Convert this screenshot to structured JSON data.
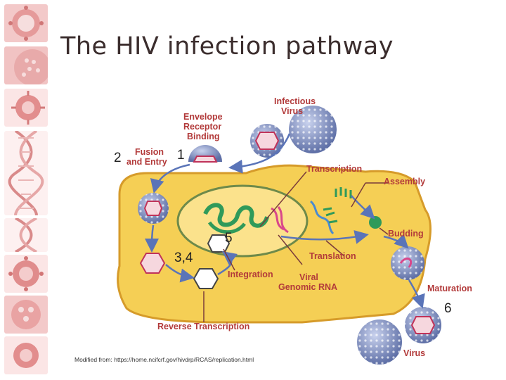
{
  "slide": {
    "title": "The HIV infection pathway",
    "credit": "Modified from: https://home.ncifcrf.gov/hivdrp/RCAS/replication.html"
  },
  "sidebar": {
    "icons": [
      "virus-thumbnail-icon",
      "virus-surface-thumbnail-icon",
      "virus-thumbnail-icon",
      "dna-helix-thumbnail-icon",
      "dna-helix-thumbnail-icon",
      "virus-thumbnail-icon",
      "virus-thumbnail-icon",
      "virus-thumbnail-icon"
    ]
  },
  "diagram": {
    "labels": {
      "infectious_virus_1": "Infectious",
      "infectious_virus_2": "Virus",
      "envelope_1": "Envelope",
      "envelope_2": "Receptor",
      "envelope_3": "Binding",
      "fusion_1": "Fusion",
      "fusion_2": "and Entry",
      "transcription": "Transcription",
      "assembly": "Assembly",
      "budding": "Budding",
      "translation": "Translation",
      "integration": "Integration",
      "viral_rna_1": "Viral",
      "viral_rna_2": "Genomic RNA",
      "maturation": "Maturation",
      "reverse_transcription": "Reverse Transcription",
      "virus": "Virus"
    },
    "step_numbers": {
      "n1": "1",
      "n2": "2",
      "n34": "3,4",
      "n5": "5",
      "n6": "6"
    },
    "colors": {
      "cell": "#f5cf55",
      "cell_outline": "#d69b2a",
      "nucleus": "#fbe28c",
      "virus_particle": "#8f9dc9",
      "capsid": "#c0335a",
      "dna": "#2f9a5a",
      "label": "#b23a3a"
    }
  }
}
